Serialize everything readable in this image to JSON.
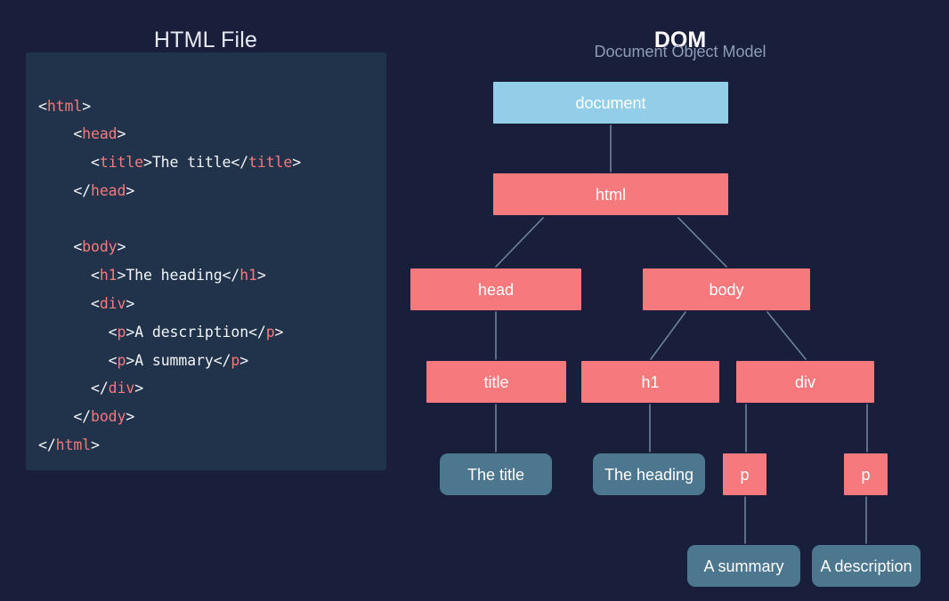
{
  "page": {
    "background_color": "#191E3A",
    "accent_element_color": "#F5797D",
    "document_node_color": "#93CEE9",
    "text_node_color": "#4C778F",
    "code_panel_color": "#20334A",
    "connector_color": "#6E8299"
  },
  "html_panel": {
    "title": "HTML File",
    "code_lines": [
      [
        {
          "t": "<",
          "c": "punct"
        },
        {
          "t": "html",
          "c": "tag"
        },
        {
          "t": ">",
          "c": "punct"
        }
      ],
      [
        {
          "t": "    <",
          "c": "punct"
        },
        {
          "t": "head",
          "c": "tag"
        },
        {
          "t": ">",
          "c": "punct"
        }
      ],
      [
        {
          "t": "      <",
          "c": "punct"
        },
        {
          "t": "title",
          "c": "tag"
        },
        {
          "t": ">The title</",
          "c": "punct"
        },
        {
          "t": "title",
          "c": "tag"
        },
        {
          "t": ">",
          "c": "punct"
        }
      ],
      [
        {
          "t": "    </",
          "c": "punct"
        },
        {
          "t": "head",
          "c": "tag"
        },
        {
          "t": ">",
          "c": "punct"
        }
      ],
      [
        {
          "t": "",
          "c": "punct"
        }
      ],
      [
        {
          "t": "    <",
          "c": "punct"
        },
        {
          "t": "body",
          "c": "tag"
        },
        {
          "t": ">",
          "c": "punct"
        }
      ],
      [
        {
          "t": "      <",
          "c": "punct"
        },
        {
          "t": "h1",
          "c": "tag"
        },
        {
          "t": ">The heading</",
          "c": "punct"
        },
        {
          "t": "h1",
          "c": "tag"
        },
        {
          "t": ">",
          "c": "punct"
        }
      ],
      [
        {
          "t": "      <",
          "c": "punct"
        },
        {
          "t": "div",
          "c": "tag"
        },
        {
          "t": ">",
          "c": "punct"
        }
      ],
      [
        {
          "t": "        <",
          "c": "punct"
        },
        {
          "t": "p",
          "c": "tag"
        },
        {
          "t": ">A description</",
          "c": "punct"
        },
        {
          "t": "p",
          "c": "tag"
        },
        {
          "t": ">",
          "c": "punct"
        }
      ],
      [
        {
          "t": "        <",
          "c": "punct"
        },
        {
          "t": "p",
          "c": "tag"
        },
        {
          "t": ">A summary</",
          "c": "punct"
        },
        {
          "t": "p",
          "c": "tag"
        },
        {
          "t": ">",
          "c": "punct"
        }
      ],
      [
        {
          "t": "      </",
          "c": "punct"
        },
        {
          "t": "div",
          "c": "tag"
        },
        {
          "t": ">",
          "c": "punct"
        }
      ],
      [
        {
          "t": "    </",
          "c": "punct"
        },
        {
          "t": "body",
          "c": "tag"
        },
        {
          "t": ">",
          "c": "punct"
        }
      ],
      [
        {
          "t": "</",
          "c": "punct"
        },
        {
          "t": "html",
          "c": "tag"
        },
        {
          "t": ">",
          "c": "punct"
        }
      ]
    ],
    "code_plain": "<html>\n    <head>\n      <title>The title</title>\n    </head>\n\n    <body>\n      <h1>The heading</h1>\n      <div>\n        <p>A description</p>\n        <p>A summary</p>\n      </div>\n    </body>\n</html>"
  },
  "dom_panel": {
    "title": "DOM",
    "subtitle": "Document Object Model",
    "nodes": {
      "document": "document",
      "html": "html",
      "head": "head",
      "body": "body",
      "title": "title",
      "h1": "h1",
      "div": "div",
      "text_title": "The title",
      "text_heading": "The heading",
      "p1": "p",
      "p2": "p",
      "text_summary": "A summary",
      "text_description": "A description"
    },
    "edges": [
      {
        "from": "document",
        "to": "html"
      },
      {
        "from": "html",
        "to": "head"
      },
      {
        "from": "html",
        "to": "body"
      },
      {
        "from": "head",
        "to": "title"
      },
      {
        "from": "body",
        "to": "h1"
      },
      {
        "from": "body",
        "to": "div"
      },
      {
        "from": "title",
        "to": "text_title"
      },
      {
        "from": "h1",
        "to": "text_heading"
      },
      {
        "from": "div",
        "to": "p1"
      },
      {
        "from": "div",
        "to": "p2"
      },
      {
        "from": "p1",
        "to": "text_summary"
      },
      {
        "from": "p2",
        "to": "text_description"
      }
    ]
  }
}
